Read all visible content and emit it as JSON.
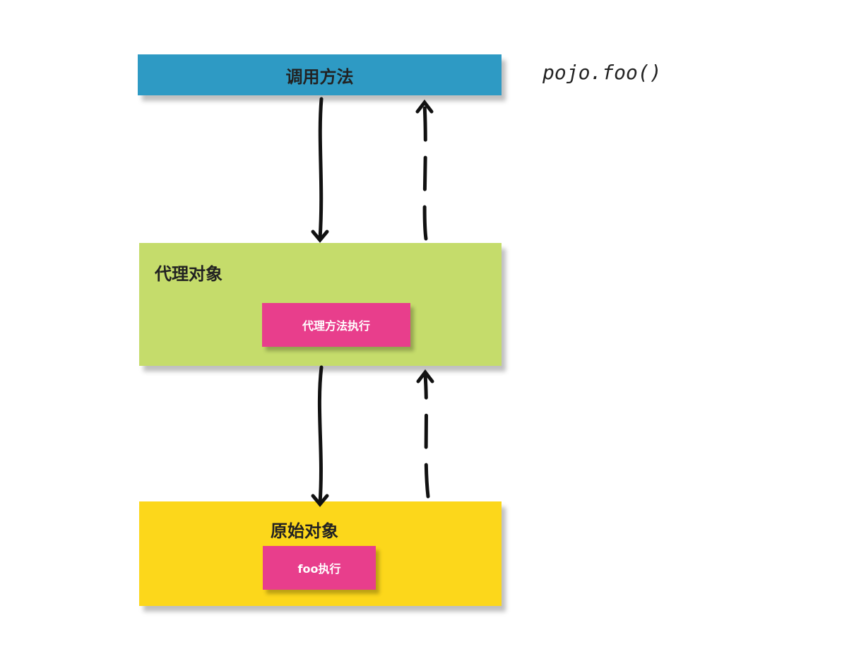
{
  "call": {
    "label": "调用方法",
    "code": "pojo.foo()"
  },
  "proxy": {
    "label": "代理对象",
    "method": "代理方法执行"
  },
  "origin": {
    "label": "原始对象",
    "method": "foo执行"
  },
  "colors": {
    "blue": "#2e9ac4",
    "green": "#c5dc6b",
    "yellow": "#fcd71b",
    "pink": "#e83e8c"
  }
}
